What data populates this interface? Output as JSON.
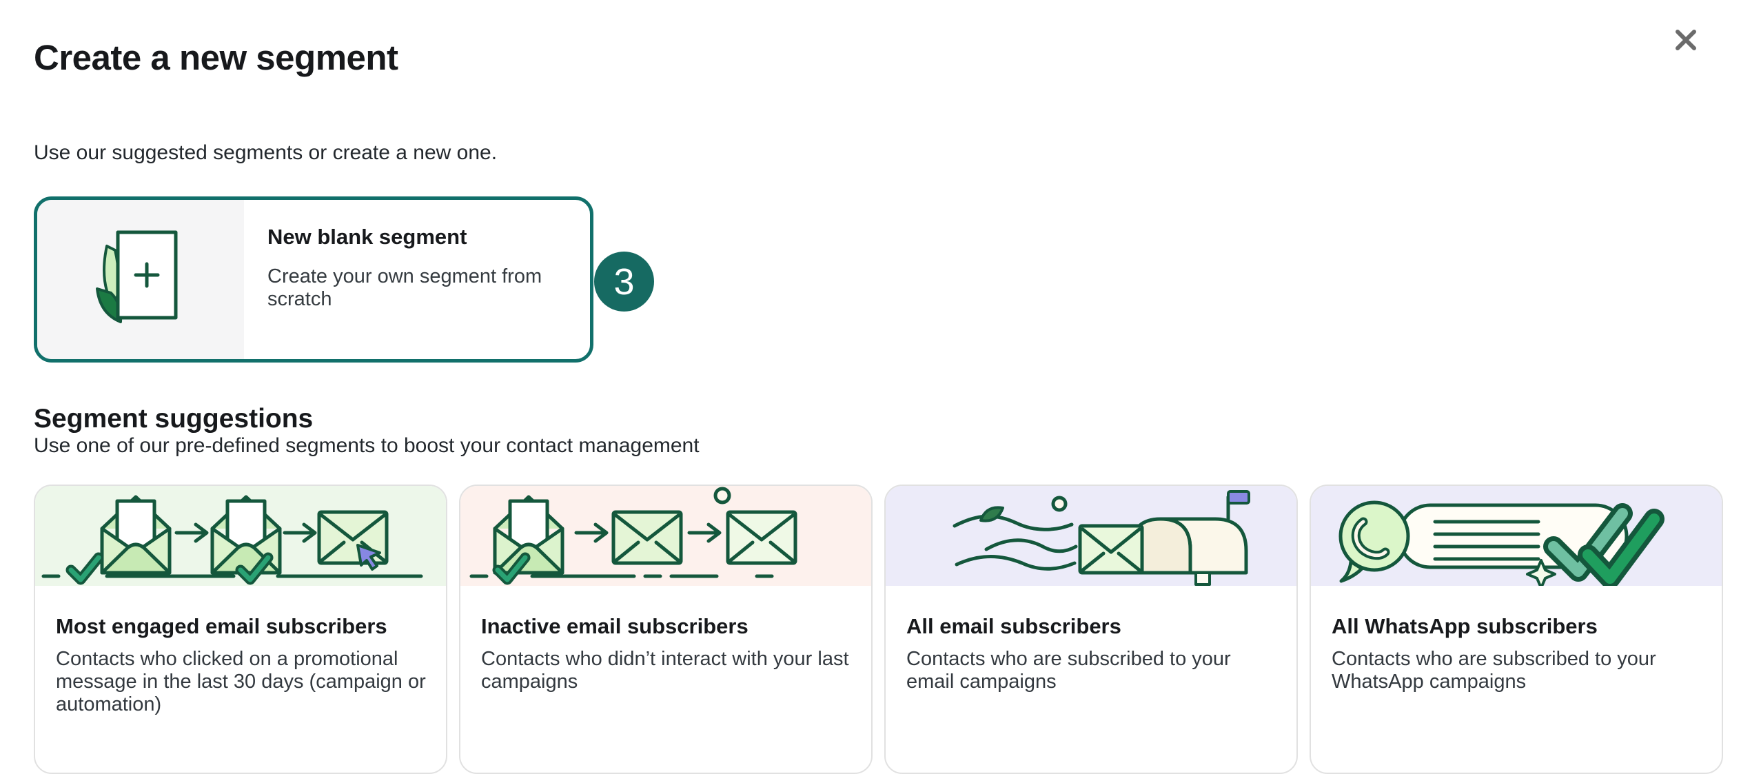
{
  "colors": {
    "accent_teal_border": "#11706B",
    "badge_teal": "#166A62",
    "illustration_outline_green": "#14573C",
    "illustration_green_bg": "#edf7ea",
    "illustration_pink_bg": "#fdf1ed",
    "illustration_purple_bg": "#ecebf9",
    "cursor_purple": "#8787e3",
    "check_teal": "#2AA274",
    "check_green": "#1F9E5E",
    "close_gray": "#6B6B6B"
  },
  "modal": {
    "title": "Create a new segment",
    "intro": "Use our suggested segments or create a new one."
  },
  "icons": {
    "close": "close-icon",
    "plus": "plus-icon"
  },
  "blank_segment": {
    "title": "New blank segment",
    "description": "Create your own segment from scratch",
    "step_badge": "3"
  },
  "suggestions": {
    "heading": "Segment suggestions",
    "subheading": "Use one of our pre-defined segments to boost your contact management",
    "cards": [
      {
        "title": "Most engaged email subscribers",
        "description": "Contacts who clicked on a promotional message in the last 30 days (campaign or automation)",
        "illustration": "engaged-emails-illustration"
      },
      {
        "title": "Inactive email subscribers",
        "description": "Contacts who didn’t interact with your last campaigns",
        "illustration": "inactive-emails-illustration"
      },
      {
        "title": "All email subscribers",
        "description": "Contacts who are subscribed to your email campaigns",
        "illustration": "mailbox-illustration"
      },
      {
        "title": "All WhatsApp subscribers",
        "description": "Contacts who are subscribed to your WhatsApp campaigns",
        "illustration": "whatsapp-illustration"
      }
    ]
  }
}
